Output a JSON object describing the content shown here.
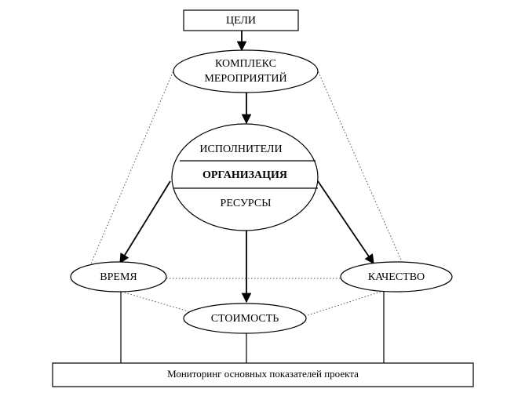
{
  "nodes": {
    "goals": "ЦЕЛИ",
    "activities_line1": "КОМПЛЕКС",
    "activities_line2": "МЕРОПРИЯТИЙ",
    "performers": "ИСПОЛНИТЕЛИ",
    "organization": "ОРГАНИЗАЦИЯ",
    "resources": "РЕСУРСЫ",
    "time": "ВРЕМЯ",
    "quality": "КАЧЕСТВО",
    "cost": "СТОИМОСТЬ",
    "monitoring": "Мониторинг основных показателей проекта"
  }
}
